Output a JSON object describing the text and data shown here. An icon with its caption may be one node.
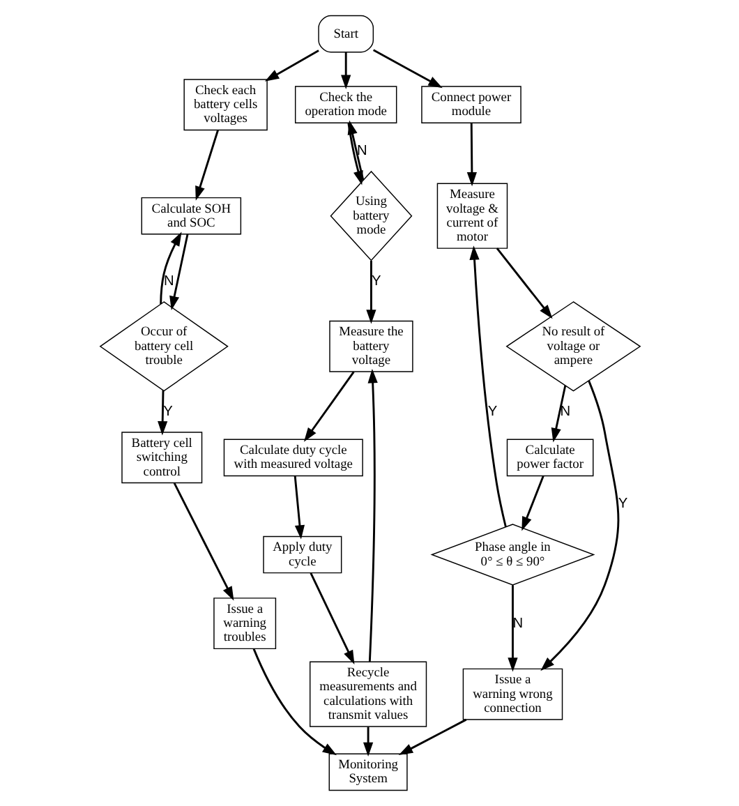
{
  "diagram": {
    "nodes": [
      {
        "text": [
          "Start"
        ]
      },
      {
        "text": [
          "Check each battery cells voltages"
        ]
      },
      {
        "text": [
          "Calculate SOH and SOC"
        ]
      },
      {
        "text": [
          "Occur of battery cell trouble"
        ]
      },
      {
        "text": [
          "Battery cell switching control"
        ]
      },
      {
        "text": [
          "Issue a warning troubles"
        ]
      },
      {
        "text": [
          "Check the operation mode"
        ]
      },
      {
        "text": [
          "Using battery mode"
        ]
      },
      {
        "text": [
          "Measure the battery voltage"
        ]
      },
      {
        "text": [
          "Calculate duty cycle with measured voltage"
        ]
      },
      {
        "text": [
          "Apply duty cycle"
        ]
      },
      {
        "text": [
          "Recycle measurements and calculations with transmit values"
        ]
      },
      {
        "text": [
          "Connect power module"
        ]
      },
      {
        "text": [
          "Measure voltage & current of motor"
        ]
      },
      {
        "text": [
          "No result of voltage or ampere"
        ]
      },
      {
        "text": [
          "Calculate power factor"
        ]
      },
      {
        "text": [
          "Phase angle in 0° ≤ θ ≤ 90°"
        ]
      },
      {
        "text": [
          "Issue a warning wrong connection"
        ]
      },
      {
        "text": [
          "Monitoring System"
        ]
      }
    ],
    "edges": [
      {
        "from": 0,
        "to": 1,
        "arrow": "to"
      },
      {
        "from": 0,
        "to": 6,
        "arrow": "to"
      },
      {
        "from": 0,
        "to": 12,
        "arrow": "to"
      },
      {
        "from": 1,
        "to": 2,
        "arrow": "to"
      },
      {
        "from": 2,
        "to": 3,
        "arrow": "to"
      },
      {
        "from": 3,
        "to": 2,
        "arrow": "to",
        "label": "N"
      },
      {
        "from": 3,
        "to": 4,
        "arrow": "to",
        "label": "Y"
      },
      {
        "from": 4,
        "to": 5,
        "arrow": "to"
      },
      {
        "from": 5,
        "to": 18,
        "arrow": "to"
      },
      {
        "from": 6,
        "to": 7,
        "arrow": "to"
      },
      {
        "from": 7,
        "to": 6,
        "arrow": "to",
        "label": "N"
      },
      {
        "from": 7,
        "to": 8,
        "arrow": "to",
        "label": "Y"
      },
      {
        "from": 8,
        "to": 9,
        "arrow": "to"
      },
      {
        "from": 9,
        "to": 10,
        "arrow": "to"
      },
      {
        "from": 10,
        "to": 11,
        "arrow": "to"
      },
      {
        "from": 11,
        "to": 8,
        "arrow": "to"
      },
      {
        "from": 11,
        "to": 18,
        "arrow": "to"
      },
      {
        "from": 12,
        "to": 13,
        "arrow": "to"
      },
      {
        "from": 13,
        "to": 14,
        "arrow": "to"
      },
      {
        "from": 14,
        "to": 15,
        "arrow": "to",
        "label": "N"
      },
      {
        "from": 14,
        "to": 17,
        "arrow": "to",
        "label": "Y"
      },
      {
        "from": 15,
        "to": 16,
        "arrow": "to"
      },
      {
        "from": 16,
        "to": 13,
        "arrow": "to",
        "label": "Y"
      },
      {
        "from": 16,
        "to": 17,
        "arrow": "to",
        "label": "N"
      },
      {
        "from": 17,
        "to": 18,
        "arrow": "to"
      }
    ]
  }
}
